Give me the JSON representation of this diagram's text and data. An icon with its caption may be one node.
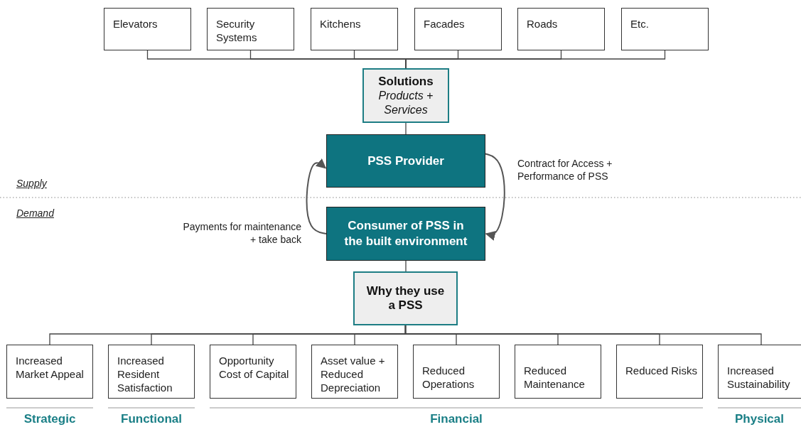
{
  "diagram": {
    "nodes": [
      {
        "text": [
          "Elevators"
        ]
      },
      {
        "text": [
          "Security Systems"
        ]
      },
      {
        "text": [
          "Kitchens"
        ]
      },
      {
        "text": [
          "Facades"
        ]
      },
      {
        "text": [
          "Roads"
        ]
      },
      {
        "text": [
          "Etc."
        ]
      },
      {
        "text": [
          "Solutions",
          "Products + Services"
        ]
      },
      {
        "text": [
          "PSS Provider"
        ]
      },
      {
        "text": [
          "Consumer of PSS in the built environment"
        ]
      },
      {
        "text": [
          "Why they use a PSS"
        ]
      },
      {
        "text": [
          "Increased Market Appeal"
        ]
      },
      {
        "text": [
          "Increased Resident Satisfaction"
        ]
      },
      {
        "text": [
          "Opportunity Cost of Capital"
        ]
      },
      {
        "text": [
          "Asset value + Reduced Depreciation"
        ]
      },
      {
        "text": [
          "Reduced Operations"
        ]
      },
      {
        "text": [
          "Reduced Maintenance"
        ]
      },
      {
        "text": [
          "Reduced Risks"
        ]
      },
      {
        "text": [
          "Increased Sustainability"
        ]
      }
    ],
    "edges": [
      {
        "from": 0,
        "to": 6,
        "arrow": "none"
      },
      {
        "from": 1,
        "to": 6,
        "arrow": "none"
      },
      {
        "from": 2,
        "to": 6,
        "arrow": "none"
      },
      {
        "from": 3,
        "to": 6,
        "arrow": "none"
      },
      {
        "from": 4,
        "to": 6,
        "arrow": "none"
      },
      {
        "from": 5,
        "to": 6,
        "arrow": "none"
      },
      {
        "from": 6,
        "to": 7,
        "arrow": "none"
      },
      {
        "from": 7,
        "to": 8,
        "arrow": "to",
        "label": "Contract for Access + Performance of PSS"
      },
      {
        "from": 8,
        "to": 7,
        "arrow": "to",
        "label": "Payments for maintenance + take back"
      },
      {
        "from": 8,
        "to": 9,
        "arrow": "none"
      },
      {
        "from": 9,
        "to": 10,
        "arrow": "none"
      },
      {
        "from": 9,
        "to": 11,
        "arrow": "none"
      },
      {
        "from": 9,
        "to": 12,
        "arrow": "none"
      },
      {
        "from": 9,
        "to": 13,
        "arrow": "none"
      },
      {
        "from": 9,
        "to": 14,
        "arrow": "none"
      },
      {
        "from": 9,
        "to": 15,
        "arrow": "none"
      },
      {
        "from": 9,
        "to": 16,
        "arrow": "none"
      },
      {
        "from": 9,
        "to": 17,
        "arrow": "none"
      }
    ],
    "labels": [
      "Supply",
      "Demand",
      "Strategic",
      "Functional",
      "Financial",
      "Physical"
    ]
  }
}
